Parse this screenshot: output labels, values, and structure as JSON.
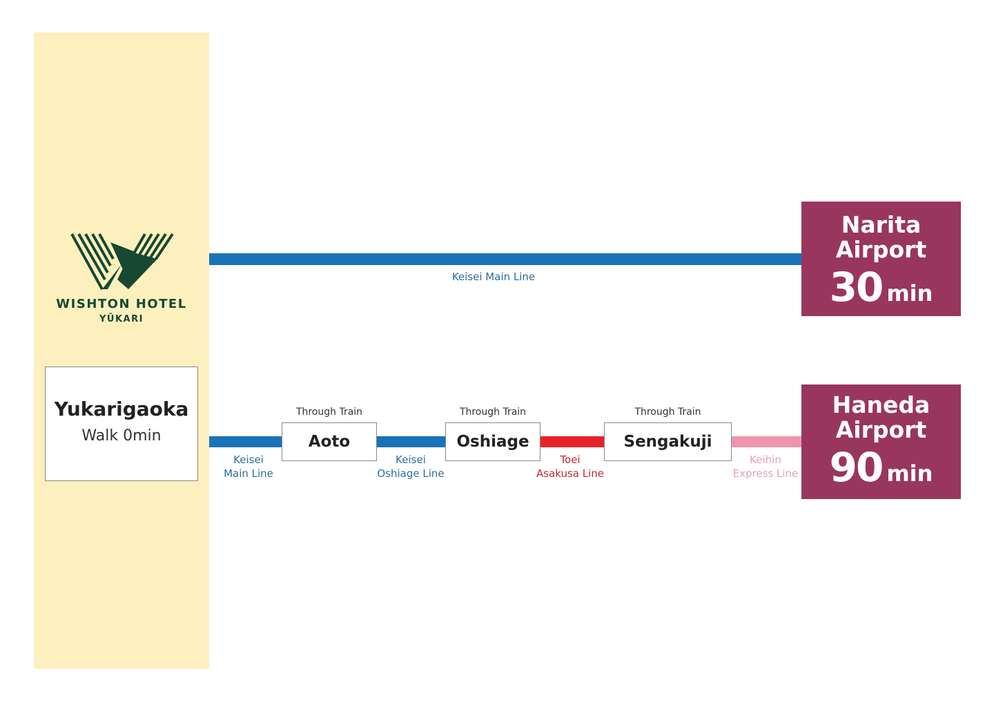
{
  "hotel": {
    "logo_text": "WISHTON HOTEL",
    "logo_sub": "YŪKARI"
  },
  "origin": {
    "station": "Yukarigaoka",
    "walk": "Walk 0min"
  },
  "narita": {
    "line": "Keisei Main Line",
    "name_line1": "Narita",
    "name_line2": "Airport",
    "time": "30",
    "unit": "min"
  },
  "haneda": {
    "through": "Through Train",
    "stops": [
      "Aoto",
      "Oshiage",
      "Sengakuji"
    ],
    "lines": [
      {
        "l1": "Keisei",
        "l2": "Main Line"
      },
      {
        "l1": "Keisei",
        "l2": "Oshiage Line"
      },
      {
        "l1": "Toei",
        "l2": "Asakusa Line"
      },
      {
        "l1": "Keihin",
        "l2": "Express Line"
      }
    ],
    "name_line1": "Haneda",
    "name_line2": "Airport",
    "time": "90",
    "unit": "min"
  },
  "colors": {
    "keisei": "#1a72b8",
    "toei": "#e8222a",
    "keihin": "#ef94ae",
    "airport": "#99365e",
    "panel": "#fdf0bf",
    "brand": "#174832"
  }
}
